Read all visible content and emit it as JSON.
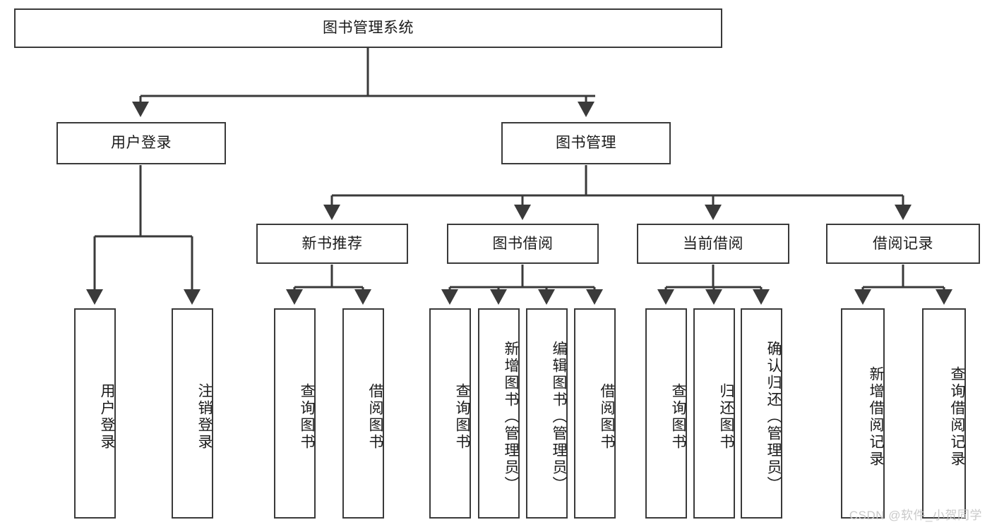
{
  "diagram": {
    "title_node": {
      "label": "图书管理系统"
    },
    "level2": [
      {
        "id": "user-login",
        "label": "用户登录"
      },
      {
        "id": "book-manage",
        "label": "图书管理"
      }
    ],
    "level3": [
      {
        "id": "new-book-recommend",
        "label": "新书推荐"
      },
      {
        "id": "book-borrow",
        "label": "图书借阅"
      },
      {
        "id": "current-borrow",
        "label": "当前借阅"
      },
      {
        "id": "borrow-record",
        "label": "借阅记录"
      }
    ],
    "leaves": {
      "user_login": [
        {
          "id": "leaf-user-login",
          "label": "用户登录"
        },
        {
          "id": "leaf-logout-login",
          "label": "注销登录"
        }
      ],
      "new_book_recommend": [
        {
          "id": "leaf-query-book-1",
          "label": "查询图书"
        },
        {
          "id": "leaf-borrow-book-1",
          "label": "借阅图书"
        }
      ],
      "book_borrow": [
        {
          "id": "leaf-query-book-2",
          "label": "查询图书"
        },
        {
          "id": "leaf-add-book",
          "label": "新增图书（管理员）"
        },
        {
          "id": "leaf-edit-book",
          "label": "编辑图书（管理员）"
        },
        {
          "id": "leaf-borrow-book-2",
          "label": "借阅图书"
        }
      ],
      "current_borrow": [
        {
          "id": "leaf-query-book-3",
          "label": "查询图书"
        },
        {
          "id": "leaf-return-book",
          "label": "归还图书"
        },
        {
          "id": "leaf-confirm-return",
          "label": "确认归还（管理员）"
        }
      ],
      "borrow_record": [
        {
          "id": "leaf-add-borrow-record",
          "label": "新增借阅记录"
        },
        {
          "id": "leaf-query-borrow-record",
          "label": "查询借阅记录"
        }
      ]
    },
    "watermark": "CSDN @软件_小贺同学",
    "colors": {
      "stroke": "#3a3a3a",
      "text": "#1b1b1b",
      "background": "#ffffff",
      "watermark": "#c9c9c9"
    }
  }
}
